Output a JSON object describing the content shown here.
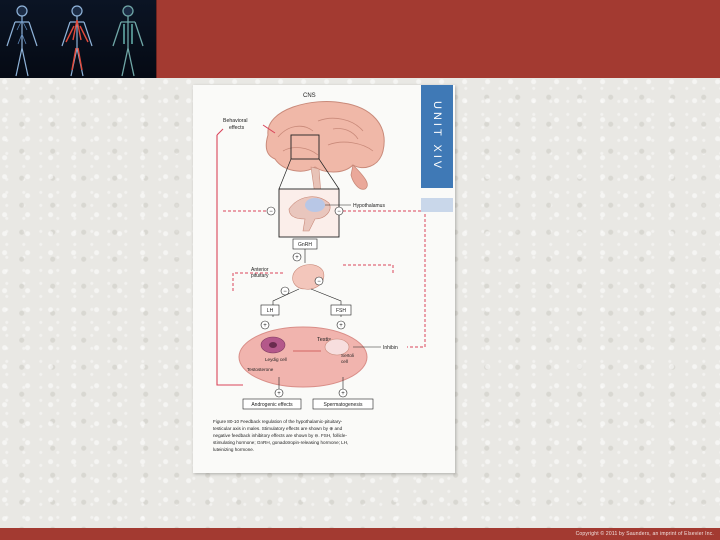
{
  "diagram": {
    "unit_label": "UNIT XIV",
    "labels": {
      "cns": "CNS",
      "behavioral": [
        "Behavioral",
        "effects"
      ],
      "hypothalamus": "Hypothalamus",
      "gnrh": "GnRH",
      "anterior": [
        "Anterior",
        "pituitary"
      ],
      "lh": "LH",
      "fsh": "FSH",
      "testis": "Testis",
      "inhibin": "Inhibin",
      "leydig": "Leydig cell",
      "sertoli": [
        "Sertoli",
        "cell"
      ],
      "testosterone": "Testosterone",
      "androgenic": "Androgenic effects",
      "spermatogenesis": "Spermatogenesis"
    },
    "signs": {
      "plus": "+",
      "minus": "−"
    },
    "caption": [
      "Figure 80-10 Feedback regulation of the hypothalamic-pituitary-",
      "testicular axis in males. Stimulatory effects are shown by ⊕ and",
      "negative feedback inhibitory effects are shown by ⊖. FSH, follicle-",
      "stimulating hormone; GnRH, gonadotropin-releasing hormone; LH,",
      "luteinizing hormone."
    ]
  },
  "footer": {
    "copyright": "Copyright © 2011 by Saunders, an imprint of Elsevier Inc."
  },
  "colors": {
    "header": "#a33a31",
    "tab": "#3f79b6",
    "feedback_line": "#d9445a",
    "testis_fill": "#f1b4ae"
  }
}
